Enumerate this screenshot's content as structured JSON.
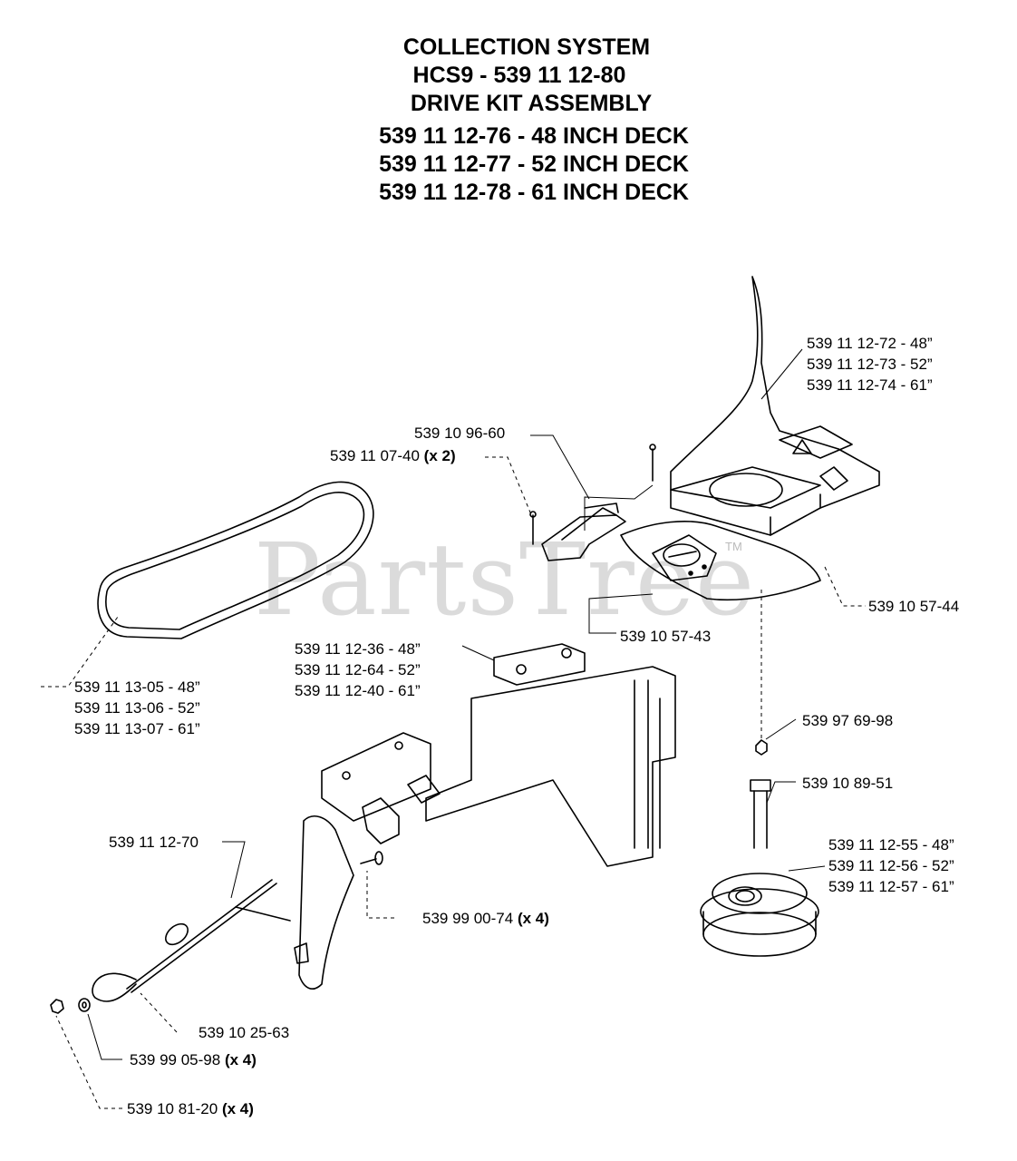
{
  "header": {
    "line1": "COLLECTION SYSTEM",
    "line2": "HCS9 - 539 11 12-80",
    "line3": "DRIVE KIT ASSEMBLY",
    "line4": "539 11 12-76 - 48 INCH DECK",
    "line5": "539 11 12-77 - 52 INCH DECK",
    "line6": "539 11 12-78 - 61 INCH DECK"
  },
  "watermark": {
    "brand": "PartsTree",
    "trademark": "TM"
  },
  "labels": {
    "cover_48": "539 11 12-72 - 48”",
    "cover_52": "539 11 12-73 - 52”",
    "cover_61": "539 11 12-74 - 61”",
    "latch": "539 10 96-60",
    "pin_part": "539 11 07-40",
    "pin_qty": "(x 2)",
    "shield_right": "539 10 57-44",
    "shield_inner": "539 10 57-43",
    "bracket_48": "539 11 12-36 - 48”",
    "bracket_52": "539 11 12-64 - 52”",
    "bracket_61": "539 11 12-40 - 61”",
    "belt_48": "539 11 13-05 - 48”",
    "belt_52": "539 11 13-06 - 52”",
    "belt_61": "539 11 13-07 - 61”",
    "nut_top": "539 97 69-98",
    "bolt": "539 10 89-51",
    "pulley_48": "539 11 12-55 - 48”",
    "pulley_52": "539 11 12-56 - 52”",
    "pulley_61": "539 11 12-57 - 61”",
    "rod": "539 11 12-70",
    "screw_part": "539 99 00-74",
    "screw_qty": "(x 4)",
    "clip": "539 10 25-63",
    "washer_part": "539 99 05-98",
    "washer_qty": "(x 4)",
    "nut_part": "539 10 81-20",
    "nut_qty": "(x 4)"
  }
}
